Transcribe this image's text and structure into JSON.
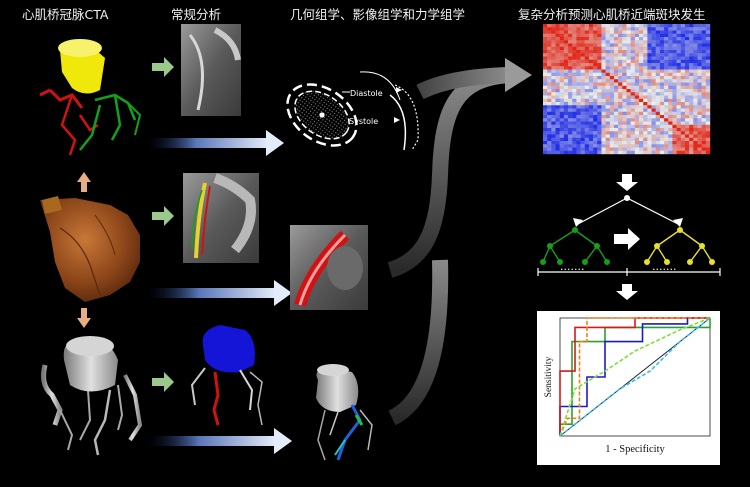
{
  "columns": [
    {
      "title": "心肌桥冠脉CTA"
    },
    {
      "title": "常规分析"
    },
    {
      "title": "几何组学、影像组学和力学组学"
    },
    {
      "title": "复杂分析预测心肌桥近端斑块发生"
    }
  ],
  "geometry": {
    "diastole_label": "Diastole",
    "systole_label": "Systole"
  },
  "dendrogram": {
    "leaf_dots": "·······"
  },
  "roc": {
    "xlabel": "1 - Specificity",
    "ylabel": "Sensitivity",
    "series_colors": [
      "#2e9e2e",
      "#1a1acc",
      "#d11a1a",
      "#f0801a",
      "#7de03a",
      "#39b9f0"
    ]
  },
  "colors": {
    "arrow_green": "#9bc98c",
    "arrow_blue": "#b6c9ec",
    "arrow_orange": "#e8ad82",
    "vessel_yellow": "#f0e80a",
    "vessel_red": "#d11212",
    "vessel_green": "#15a01a",
    "aorta_blue": "#1515d8"
  }
}
